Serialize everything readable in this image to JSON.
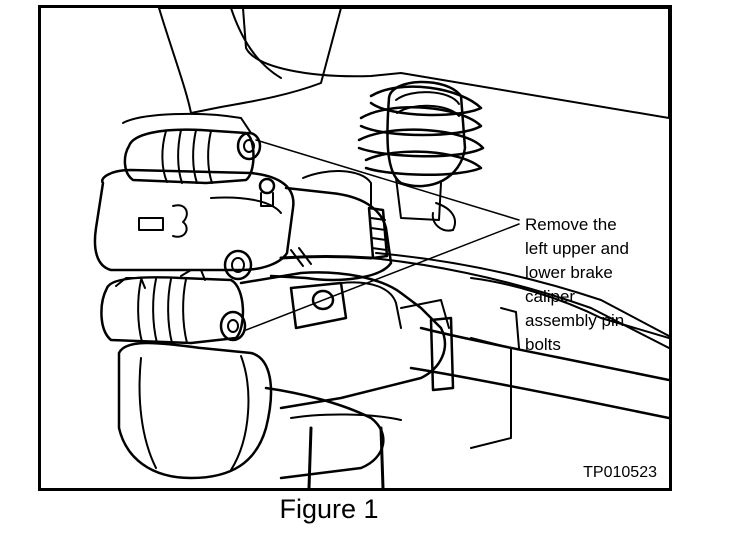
{
  "callout": {
    "lines": [
      "Remove the",
      "left upper and",
      "lower brake",
      "caliper",
      "assembly pin",
      "bolts"
    ]
  },
  "figure_code": "TP010523",
  "caption": "Figure 1",
  "colors": {
    "ink": "#000000",
    "paper": "#ffffff"
  }
}
